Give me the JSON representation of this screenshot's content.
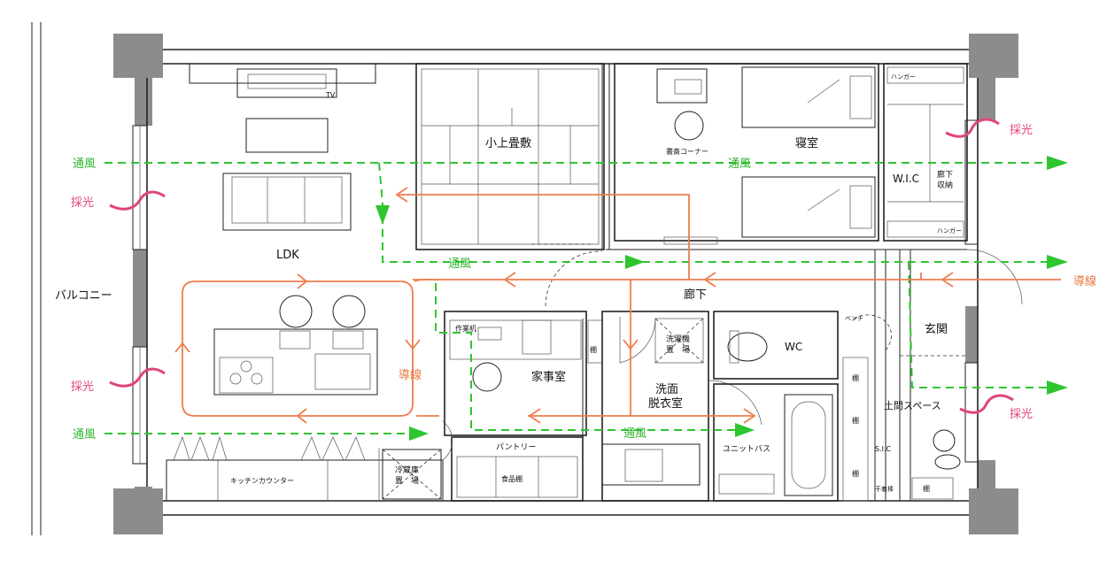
{
  "rooms": {
    "ldk": "LDK",
    "balcony": "バルコニー",
    "loft_tatami": "小上畳敷",
    "bedroom": "寝室",
    "study_corner": "書斎コーナー",
    "wic": "W.I.C",
    "hall_storage_line1": "廊下",
    "hall_storage_line2": "収納",
    "hanger_top": "ハンガー",
    "hanger_bottom": "ハンガー",
    "corridor": "廊下",
    "entrance": "玄関",
    "housework_room": "家事室",
    "work_desk": "作業机",
    "shelf": "棚",
    "washer_line1": "洗濯機",
    "washer_line2": "置　場",
    "wc": "WC",
    "wash_line1": "洗面",
    "wash_line2": "脱衣室",
    "unit_bath": "ユニットバス",
    "pantry": "パントリー",
    "food_shelf": "食品棚",
    "fridge_line1": "冷蔵庫",
    "fridge_line2": "置　場",
    "kitchen_counter": "キッチンカウンター",
    "earth_space": "土間スペース",
    "sic": "S.I.C",
    "bench": "ベンチ",
    "shelf_genkan": "棚",
    "shelf_a": "棚",
    "shelf_b": "棚",
    "shelf_c": "棚",
    "pipe_hanger": "干着棒",
    "tv": "TV"
  },
  "legend": {
    "ventilation": "通風",
    "daylight": "採光",
    "circulation": "導線"
  },
  "colors": {
    "ventilation": "#2ec52e",
    "daylight": "#e0457a",
    "circulation": "#ef7d4d",
    "wall": "#8c8c8c"
  }
}
